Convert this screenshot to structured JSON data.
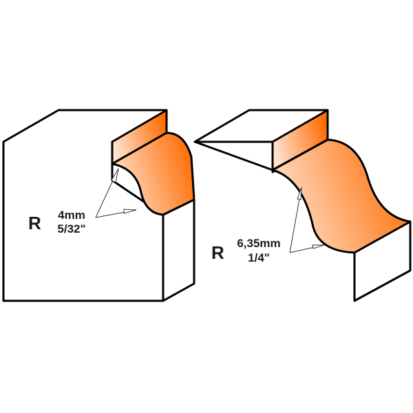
{
  "diagram": {
    "type": "router-bit-profile-illustration",
    "colors": {
      "profile_orange": "#ff6a00",
      "profile_light": "#ffd9bf",
      "outline": "#000000",
      "background": "#ffffff"
    },
    "profiles": [
      {
        "name": "left-block",
        "radius_symbol": "R",
        "metric": "4mm",
        "imperial": "5/32\""
      },
      {
        "name": "right-block",
        "radius_symbol": "R",
        "metric": "6,35mm",
        "imperial": "1/4\""
      }
    ]
  }
}
